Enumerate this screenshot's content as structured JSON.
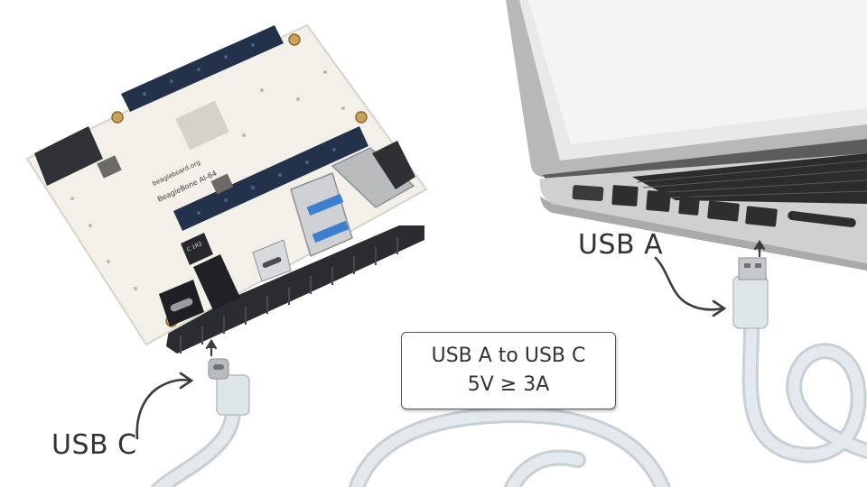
{
  "labels": {
    "usb_a": "USB A",
    "usb_c": "USB C"
  },
  "info_box": {
    "line1": "USB A to USB C",
    "line2": "5V ≥ 3A"
  },
  "board": {
    "brand": "beagleboard.org",
    "model": "BeagleBone AI-64",
    "power_port_label": "C 1R2"
  },
  "colors": {
    "cable": "#dde4e8",
    "board": "#f3f1ea",
    "heatsink": "#2d2f33",
    "laptop": "#c9cacb",
    "usb_port": "#3f7fd0"
  }
}
